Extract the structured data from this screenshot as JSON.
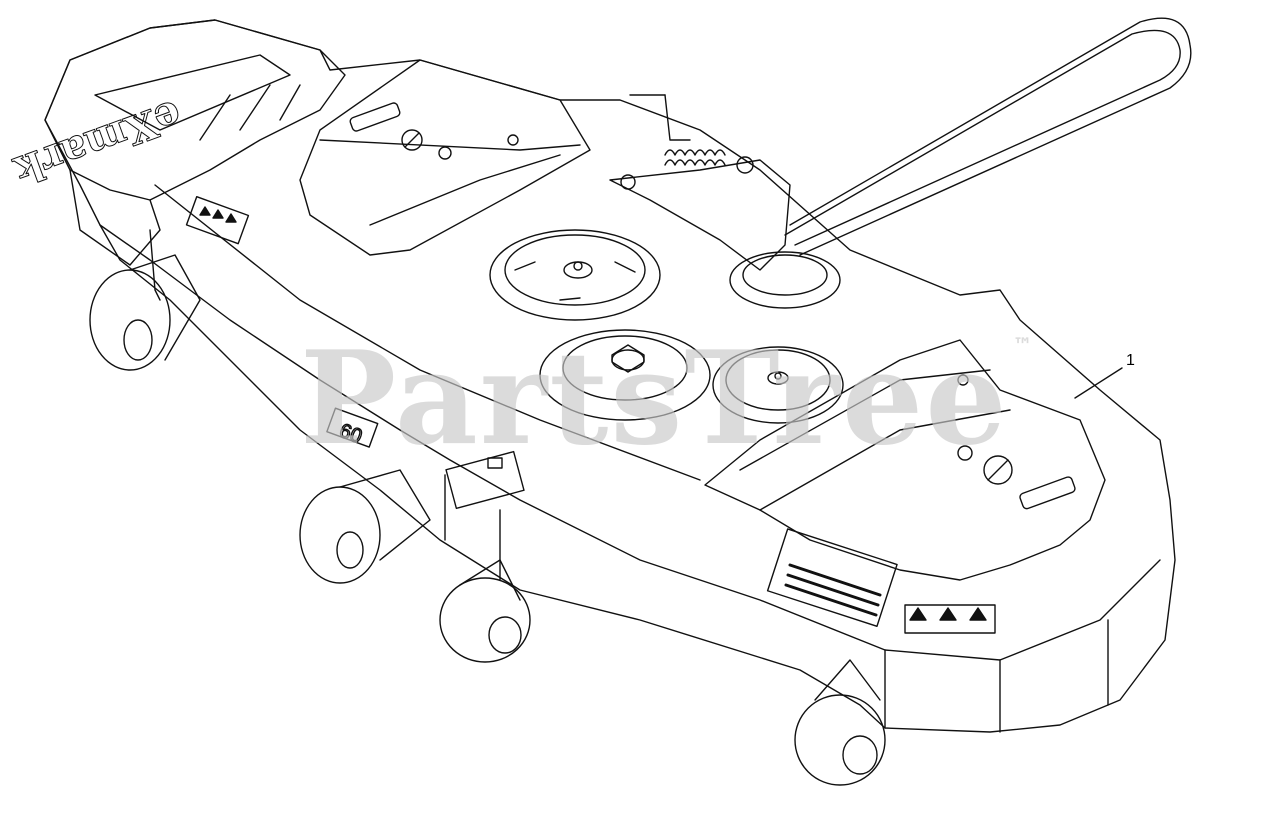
{
  "diagram": {
    "callout_label": "1",
    "brand_logo_text": "eXmark",
    "watermark_text": "PartsTree",
    "watermark_mark": "™",
    "deck_size_decal": "60"
  },
  "colors": {
    "line": "#111111",
    "watermark": "#c9c9c9",
    "background": "#ffffff"
  },
  "icons": [
    "belt",
    "pulley",
    "idler-arm",
    "spring",
    "caster-wheel",
    "warning-decal",
    "belt-routing-decal"
  ]
}
